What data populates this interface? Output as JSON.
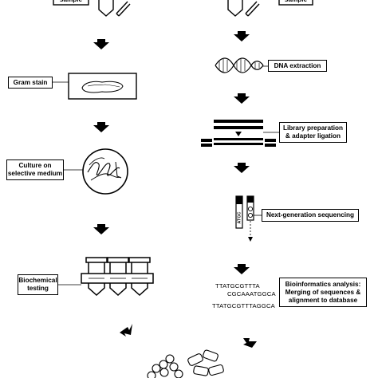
{
  "left_flow": {
    "sample_label": "sample",
    "gram_stain_label": "Gram stain",
    "culture_label": "Culture on\nselective medium",
    "biochemical_label": "Biochemical\ntesting"
  },
  "right_flow": {
    "sample_label": "sample",
    "dna_extraction_label": "DNA extraction",
    "library_label": "Library preparation\n& adapter ligation",
    "ngs_label": "Next-generation sequencing",
    "bioinformatics_label": "Bioinformatics analysis:\nMerging of sequences &\nalignment to database"
  },
  "sequences": {
    "read_1": "TTATGCGTTTA",
    "read_2": "CGCAAATGGCA",
    "merged": "TTATGCGTTTAGGCA"
  },
  "sequencer_strip_text": "ATGC"
}
